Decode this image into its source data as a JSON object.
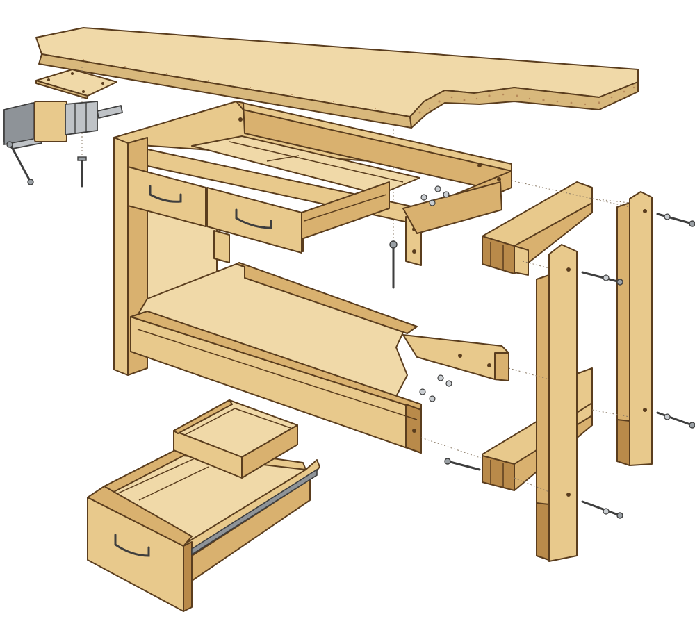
{
  "diagram": {
    "colors": {
      "wood_light": "#e8c98c",
      "wood_mid": "#d9b16f",
      "wood_dark": "#b98a4a",
      "board": "#f0d9a8",
      "outline": "#5a3d1e",
      "metal": "#bfc3c7"
    },
    "parts": [
      {
        "name": "workbench-top"
      },
      {
        "name": "vise-mount-plate"
      },
      {
        "name": "bench-vise"
      },
      {
        "name": "lag-screw"
      },
      {
        "name": "upper-frame"
      },
      {
        "name": "small-drawer-left"
      },
      {
        "name": "small-drawer-center"
      },
      {
        "name": "lower-shelf"
      },
      {
        "name": "lower-rail"
      },
      {
        "name": "upper-end-rail"
      },
      {
        "name": "lower-end-rail"
      },
      {
        "name": "front-leg"
      },
      {
        "name": "rear-leg"
      },
      {
        "name": "carriage-bolts"
      },
      {
        "name": "large-drawer"
      },
      {
        "name": "sliding-tray"
      }
    ]
  }
}
